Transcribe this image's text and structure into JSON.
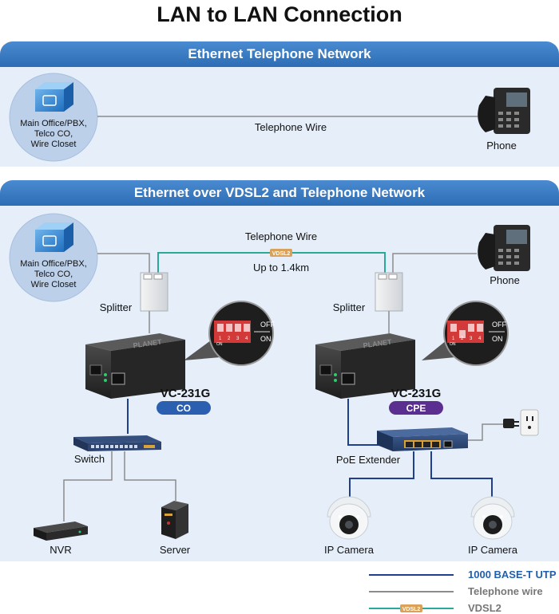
{
  "title": "LAN to LAN Connection",
  "section1": {
    "header": "Ethernet Telephone Network",
    "office_lines": [
      "Main Office/PBX,",
      "Telco CO,",
      "Wire Closet"
    ],
    "wire_label": "Telephone Wire",
    "phone_label": "Phone"
  },
  "section2": {
    "header": "Ethernet over VDSL2 and Telephone Network",
    "office_lines": [
      "Main Office/PBX,",
      "Telco CO,",
      "Wire Closet"
    ],
    "wire_label": "Telephone Wire",
    "vdsl_tag": "VDSL2",
    "distance": "Up to 1.4km",
    "phone_label": "Phone",
    "splitter_left": "Splitter",
    "splitter_right": "Splitter",
    "dip_off": "OFF",
    "dip_on": "ON",
    "dip_numbers": [
      "1",
      "2",
      "3",
      "4"
    ],
    "dip_on_small": "ON",
    "device_left": {
      "name": "VC-231G",
      "mode": "CO"
    },
    "device_right": {
      "name": "VC-231G",
      "mode": "CPE"
    },
    "switch_label": "Switch",
    "poe_label": "PoE Extender",
    "nvr_label": "NVR",
    "server_label": "Server",
    "camera_left_label": "IP Camera",
    "camera_right_label": "IP Camera",
    "brand_mark": "PLANET"
  },
  "legend": [
    {
      "label": "1000 BASE-T UTP",
      "color": "#1f3f8f"
    },
    {
      "label": "Telephone wire",
      "color": "#8c8c8c"
    },
    {
      "label": "VDSL2",
      "color": "#2aa899",
      "tag": "VDSL2"
    }
  ],
  "colors": {
    "band": "#3b7cc4",
    "panel": "#e6eff9",
    "co_badge": "#2b5fb0",
    "cpe_badge": "#5a2f8f",
    "utp": "#1f3f8f",
    "tel": "#8c8c8c",
    "vdsl": "#2aa899"
  }
}
